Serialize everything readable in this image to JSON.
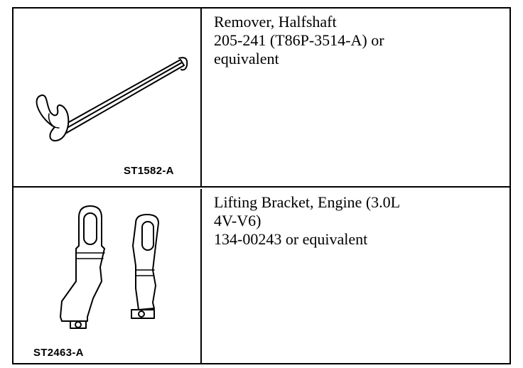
{
  "tools": [
    {
      "part_number": "ST1582-A",
      "icon": "halfshaft-remover-icon",
      "description": [
        "Remover, Halfshaft",
        "205-241 (T86P-3514-A) or",
        "equivalent"
      ]
    },
    {
      "part_number": "ST2463-A",
      "icon": "engine-lifting-bracket-icon",
      "description": [
        "Lifting Bracket, Engine (3.0L",
        "4V-V6)",
        "134-00243 or equivalent"
      ]
    }
  ]
}
